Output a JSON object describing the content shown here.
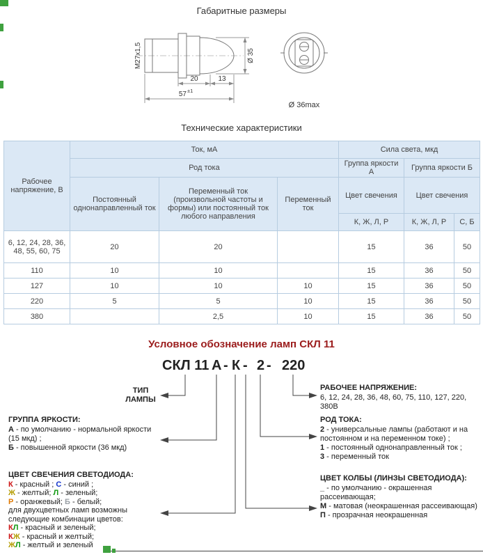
{
  "titles": {
    "dimensions": "Габаритные размеры",
    "specs": "Технические характеристики",
    "designation": "Условное обозначение ламп СКЛ 11"
  },
  "drawing": {
    "thread": "М27х1,5",
    "dome_diameter": "Ø 35",
    "dim_a": "20",
    "dim_b": "13",
    "dim_total": "57",
    "dim_total_tol": "±1",
    "front_diameter": "Ø 36max"
  },
  "table": {
    "col_voltage": "Рабочее напряжение, В",
    "group_current": "Ток, мА",
    "group_intensity": "Сила света, мкд",
    "sub_current_kind": "Род тока",
    "col_dc": "Постоянный однонаправленный ток",
    "col_ac_any": "Переменный ток (произвольной частоты и формы) или постоянный ток любого направления",
    "col_ac": "Переменный ток",
    "group_a": "Группа яркости А",
    "group_b": "Группа яркости Б",
    "glow_color_a": "Цвет свечения",
    "glow_color_b": "Цвет свечения",
    "colors_a": "К, Ж, Л, Р",
    "colors_b1": "К, Ж, Л, Р",
    "colors_b2": "С, Б",
    "rows": [
      {
        "voltage": "6, 12, 24, 28, 36, 48, 55, 60, 75",
        "dc": "20",
        "ac_any": "20",
        "ac": "",
        "a": "15",
        "b1": "36",
        "b2": "50"
      },
      {
        "voltage": "110",
        "dc": "10",
        "ac_any": "10",
        "ac": "",
        "a": "15",
        "b1": "36",
        "b2": "50"
      },
      {
        "voltage": "127",
        "dc": "10",
        "ac_any": "10",
        "ac": "10",
        "a": "15",
        "b1": "36",
        "b2": "50"
      },
      {
        "voltage": "220",
        "dc": "5",
        "ac_any": "5",
        "ac": "10",
        "a": "15",
        "b1": "36",
        "b2": "50"
      },
      {
        "voltage": "380",
        "dc": "",
        "ac_any": "2,5",
        "ac": "10",
        "a": "15",
        "b1": "36",
        "b2": "50"
      }
    ]
  },
  "designation": {
    "code": {
      "type": "СКЛ 11",
      "brightness": "А",
      "sep1": "-",
      "glow": "К",
      "sep2": "-",
      "current": "2",
      "sep3": "-",
      "voltage": "220"
    },
    "type_label_line1": "ТИП",
    "type_label_line2": "ЛАМПЫ",
    "voltage_block": {
      "heading": "РАБОЧЕЕ НАПРЯЖЕНИЕ:",
      "values": "6, 12, 24, 28, 36, 48, 60, 75, 110, 127, 220, 380В"
    },
    "brightness_block": {
      "heading": "ГРУППА ЯРКОСТИ:",
      "items": [
        {
          "key": "А",
          "text": " - по умолчанию - нормальной яркости (15 мкд) ;"
        },
        {
          "key": "Б",
          "text": " - повышенной яркости (36 мкд)"
        }
      ]
    },
    "current_block": {
      "heading": "РОД ТОКА:",
      "items": [
        {
          "key": "2",
          "text": " - универсальные лампы (работают и на постоянном и на переменном токе) ;"
        },
        {
          "key": "1",
          "text": " - постоянный однонаправленный ток ;"
        },
        {
          "key": "3",
          "text": " - переменный ток"
        }
      ]
    },
    "glow_block": {
      "heading": "ЦВЕТ СВЕЧЕНИЯ СВЕТОДИОДА:",
      "lines": [
        {
          "k1": "К",
          "t1": " - красный ; ",
          "k2": "С",
          "t2": " - синий ;"
        },
        {
          "k1": "Ж",
          "t1": " - желтый; ",
          "k2": "Л",
          "t2": " - зеленый;"
        },
        {
          "k1": "Р",
          "t1": " - оранжевый; ",
          "k2": "Б",
          "t2": " - белый;"
        }
      ],
      "note_line1": "для двухцветных ламп возможны",
      "note_line2": "следующие комбинации цветов:",
      "combos": [
        {
          "k1": "К",
          "k2": "Л",
          "text": " - красный и зеленый;"
        },
        {
          "k1": "К",
          "k2": "Ж",
          "text": " - красный и желтый;"
        },
        {
          "k1": "Ж",
          "k2": "Л",
          "text": " - желтый и зеленый"
        }
      ]
    },
    "bulb_block": {
      "heading": "ЦВЕТ КОЛБЫ (ЛИНЗЫ СВЕТОДИОДА):",
      "items": [
        {
          "key": "_",
          "text": " - по умолчанию - окрашенная рассеивающая;"
        },
        {
          "key": "М",
          "text": " - матовая (неокрашенная рассеивающая)"
        },
        {
          "key": "П",
          "text": " - прозрачная неокрашенная"
        }
      ]
    }
  },
  "palette": {
    "title_red": "#9b1c1c",
    "table_header_bg": "#dbe8f5",
    "table_border": "#b6cce0",
    "glow_red": "#cc1111",
    "glow_blue": "#1133cc",
    "glow_yellow": "#b39b00",
    "glow_green": "#119911",
    "glow_orange": "#e07800",
    "glow_white": "#9aa0a6",
    "frame_green": "#3fa13f"
  }
}
